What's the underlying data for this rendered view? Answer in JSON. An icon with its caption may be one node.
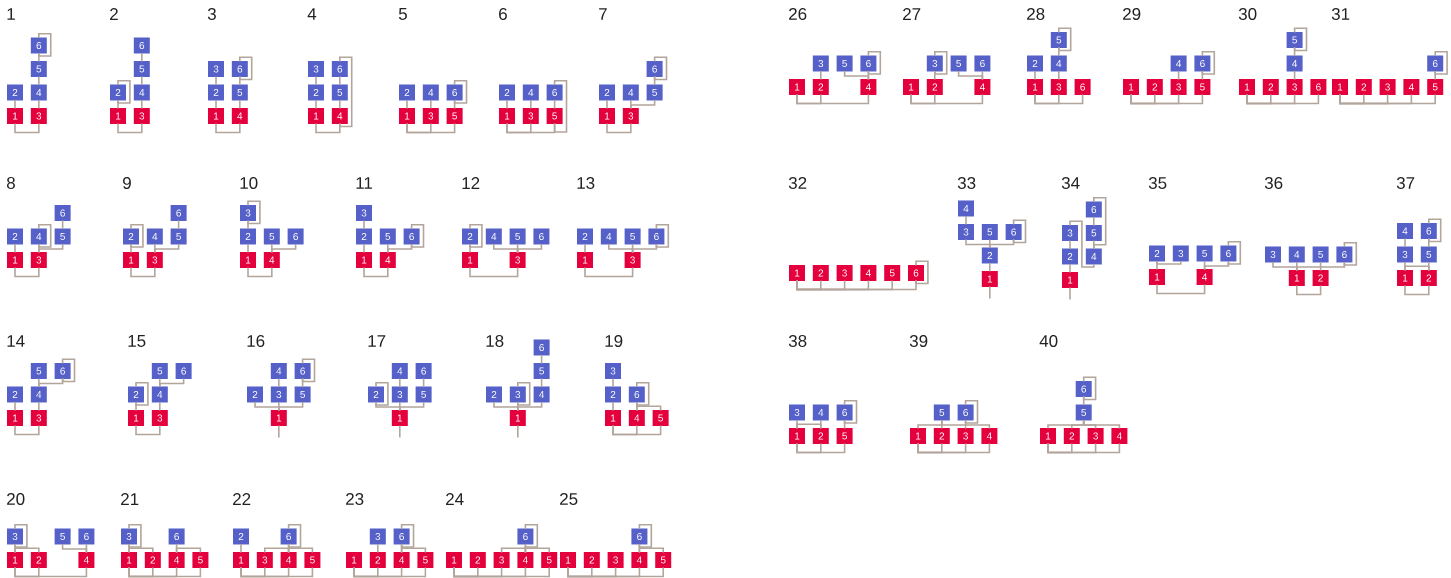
{
  "diagram": {
    "nodes": [
      {
        "text": [
          "1"
        ]
      },
      {
        "text": [
          "2"
        ]
      },
      {
        "text": [
          "3"
        ]
      },
      {
        "text": [
          "4"
        ]
      },
      {
        "text": [
          "5"
        ]
      },
      {
        "text": [
          "6"
        ]
      },
      {
        "text": [
          "1"
        ]
      },
      {
        "text": [
          "2"
        ]
      },
      {
        "text": [
          "3"
        ]
      },
      {
        "text": [
          "4"
        ]
      },
      {
        "text": [
          "5"
        ]
      },
      {
        "text": [
          "6"
        ]
      },
      {
        "text": [
          "1"
        ]
      },
      {
        "text": [
          "2"
        ]
      },
      {
        "text": [
          "3"
        ]
      },
      {
        "text": [
          "4"
        ]
      },
      {
        "text": [
          "5"
        ]
      },
      {
        "text": [
          "6"
        ]
      },
      {
        "text": [
          "1"
        ]
      },
      {
        "text": [
          "2"
        ]
      },
      {
        "text": [
          "3"
        ]
      },
      {
        "text": [
          "4"
        ]
      },
      {
        "text": [
          "5"
        ]
      },
      {
        "text": [
          "6"
        ]
      },
      {
        "text": [
          "1"
        ]
      },
      {
        "text": [
          "2"
        ]
      },
      {
        "text": [
          "3"
        ]
      },
      {
        "text": [
          "4"
        ]
      },
      {
        "text": [
          "5"
        ]
      },
      {
        "text": [
          "6"
        ]
      },
      {
        "text": [
          "1"
        ]
      },
      {
        "text": [
          "2"
        ]
      },
      {
        "text": [
          "3"
        ]
      },
      {
        "text": [
          "4"
        ]
      },
      {
        "text": [
          "5"
        ]
      },
      {
        "text": [
          "6"
        ]
      },
      {
        "text": [
          "1"
        ]
      },
      {
        "text": [
          "2"
        ]
      },
      {
        "text": [
          "3"
        ]
      },
      {
        "text": [
          "4"
        ]
      },
      {
        "text": [
          "5"
        ]
      },
      {
        "text": [
          "6"
        ]
      },
      {
        "text": [
          "1"
        ]
      },
      {
        "text": [
          "2"
        ]
      },
      {
        "text": [
          "3"
        ]
      },
      {
        "text": [
          "4"
        ]
      },
      {
        "text": [
          "5"
        ]
      },
      {
        "text": [
          "6"
        ]
      },
      {
        "text": [
          "1"
        ]
      },
      {
        "text": [
          "2"
        ]
      },
      {
        "text": [
          "3"
        ]
      },
      {
        "text": [
          "4"
        ]
      },
      {
        "text": [
          "5"
        ]
      },
      {
        "text": [
          "6"
        ]
      },
      {
        "text": [
          "1"
        ]
      },
      {
        "text": [
          "2"
        ]
      },
      {
        "text": [
          "3"
        ]
      },
      {
        "text": [
          "4"
        ]
      },
      {
        "text": [
          "5"
        ]
      },
      {
        "text": [
          "6"
        ]
      },
      {
        "text": [
          "1"
        ]
      },
      {
        "text": [
          "2"
        ]
      },
      {
        "text": [
          "3"
        ]
      },
      {
        "text": [
          "4"
        ]
      },
      {
        "text": [
          "5"
        ]
      },
      {
        "text": [
          "6"
        ]
      },
      {
        "text": [
          "1"
        ]
      },
      {
        "text": [
          "2"
        ]
      },
      {
        "text": [
          "3"
        ]
      },
      {
        "text": [
          "4"
        ]
      },
      {
        "text": [
          "5"
        ]
      },
      {
        "text": [
          "6"
        ]
      },
      {
        "text": [
          "1"
        ]
      },
      {
        "text": [
          "2"
        ]
      },
      {
        "text": [
          "3"
        ]
      },
      {
        "text": [
          "4"
        ]
      },
      {
        "text": [
          "5"
        ]
      },
      {
        "text": [
          "6"
        ]
      },
      {
        "text": [
          "1"
        ]
      },
      {
        "text": [
          "2"
        ]
      },
      {
        "text": [
          "3"
        ]
      },
      {
        "text": [
          "4"
        ]
      },
      {
        "text": [
          "5"
        ]
      },
      {
        "text": [
          "6"
        ]
      },
      {
        "text": [
          "1"
        ]
      },
      {
        "text": [
          "2"
        ]
      },
      {
        "text": [
          "3"
        ]
      },
      {
        "text": [
          "4"
        ]
      },
      {
        "text": [
          "5"
        ]
      },
      {
        "text": [
          "6"
        ]
      },
      {
        "text": [
          "1"
        ]
      },
      {
        "text": [
          "2"
        ]
      },
      {
        "text": [
          "3"
        ]
      },
      {
        "text": [
          "4"
        ]
      },
      {
        "text": [
          "5"
        ]
      },
      {
        "text": [
          "6"
        ]
      },
      {
        "text": [
          "1"
        ]
      },
      {
        "text": [
          "2"
        ]
      },
      {
        "text": [
          "3"
        ]
      },
      {
        "text": [
          "4"
        ]
      },
      {
        "text": [
          "5"
        ]
      },
      {
        "text": [
          "6"
        ]
      },
      {
        "text": [
          "1"
        ]
      },
      {
        "text": [
          "2"
        ]
      },
      {
        "text": [
          "3"
        ]
      },
      {
        "text": [
          "4"
        ]
      },
      {
        "text": [
          "5"
        ]
      },
      {
        "text": [
          "6"
        ]
      },
      {
        "text": [
          "1"
        ]
      },
      {
        "text": [
          "2"
        ]
      },
      {
        "text": [
          "3"
        ]
      },
      {
        "text": [
          "4"
        ]
      },
      {
        "text": [
          "5"
        ]
      },
      {
        "text": [
          "6"
        ]
      },
      {
        "text": [
          "1"
        ]
      },
      {
        "text": [
          "2"
        ]
      },
      {
        "text": [
          "3"
        ]
      },
      {
        "text": [
          "4"
        ]
      },
      {
        "text": [
          "5"
        ]
      },
      {
        "text": [
          "6"
        ]
      },
      {
        "text": [
          "1"
        ]
      },
      {
        "text": [
          "2"
        ]
      },
      {
        "text": [
          "3"
        ]
      },
      {
        "text": [
          "4"
        ]
      },
      {
        "text": [
          "5"
        ]
      },
      {
        "text": [
          "6"
        ]
      },
      {
        "text": [
          "1"
        ]
      },
      {
        "text": [
          "2"
        ]
      },
      {
        "text": [
          "3"
        ]
      },
      {
        "text": [
          "4"
        ]
      },
      {
        "text": [
          "5"
        ]
      },
      {
        "text": [
          "6"
        ]
      },
      {
        "text": [
          "1"
        ]
      },
      {
        "text": [
          "2"
        ]
      },
      {
        "text": [
          "3"
        ]
      },
      {
        "text": [
          "4"
        ]
      },
      {
        "text": [
          "5"
        ]
      },
      {
        "text": [
          "6"
        ]
      },
      {
        "text": [
          "1"
        ]
      },
      {
        "text": [
          "2"
        ]
      },
      {
        "text": [
          "3"
        ]
      },
      {
        "text": [
          "4"
        ]
      },
      {
        "text": [
          "5"
        ]
      },
      {
        "text": [
          "6"
        ]
      },
      {
        "text": [
          "1"
        ]
      },
      {
        "text": [
          "2"
        ]
      },
      {
        "text": [
          "3"
        ]
      },
      {
        "text": [
          "4"
        ]
      },
      {
        "text": [
          "5"
        ]
      },
      {
        "text": [
          "6"
        ]
      },
      {
        "text": [
          "1"
        ]
      },
      {
        "text": [
          "2"
        ]
      },
      {
        "text": [
          "3"
        ]
      },
      {
        "text": [
          "4"
        ]
      },
      {
        "text": [
          "5"
        ]
      },
      {
        "text": [
          "6"
        ]
      },
      {
        "text": [
          "1"
        ]
      },
      {
        "text": [
          "2"
        ]
      },
      {
        "text": [
          "3"
        ]
      },
      {
        "text": [
          "4"
        ]
      },
      {
        "text": [
          "5"
        ]
      },
      {
        "text": [
          "6"
        ]
      },
      {
        "text": [
          "1"
        ]
      },
      {
        "text": [
          "2"
        ]
      },
      {
        "text": [
          "3"
        ]
      },
      {
        "text": [
          "4"
        ]
      },
      {
        "text": [
          "5"
        ]
      },
      {
        "text": [
          "6"
        ]
      },
      {
        "text": [
          "1"
        ]
      },
      {
        "text": [
          "2"
        ]
      },
      {
        "text": [
          "3"
        ]
      },
      {
        "text": [
          "4"
        ]
      },
      {
        "text": [
          "5"
        ]
      },
      {
        "text": [
          "6"
        ]
      },
      {
        "text": [
          "1"
        ]
      },
      {
        "text": [
          "2"
        ]
      },
      {
        "text": [
          "3"
        ]
      },
      {
        "text": [
          "4"
        ]
      },
      {
        "text": [
          "5"
        ]
      },
      {
        "text": [
          "6"
        ]
      },
      {
        "text": [
          "1"
        ]
      },
      {
        "text": [
          "2"
        ]
      },
      {
        "text": [
          "3"
        ]
      },
      {
        "text": [
          "4"
        ]
      },
      {
        "text": [
          "5"
        ]
      },
      {
        "text": [
          "6"
        ]
      },
      {
        "text": [
          "1"
        ]
      },
      {
        "text": [
          "2"
        ]
      },
      {
        "text": [
          "3"
        ]
      },
      {
        "text": [
          "4"
        ]
      },
      {
        "text": [
          "5"
        ]
      },
      {
        "text": [
          "6"
        ]
      },
      {
        "text": [
          "1"
        ]
      },
      {
        "text": [
          "2"
        ]
      },
      {
        "text": [
          "3"
        ]
      },
      {
        "text": [
          "4"
        ]
      },
      {
        "text": [
          "5"
        ]
      },
      {
        "text": [
          "6"
        ]
      },
      {
        "text": [
          "1"
        ]
      },
      {
        "text": [
          "2"
        ]
      },
      {
        "text": [
          "3"
        ]
      },
      {
        "text": [
          "4"
        ]
      },
      {
        "text": [
          "5"
        ]
      },
      {
        "text": [
          "6"
        ]
      },
      {
        "text": [
          "1"
        ]
      },
      {
        "text": [
          "2"
        ]
      },
      {
        "text": [
          "3"
        ]
      },
      {
        "text": [
          "4"
        ]
      },
      {
        "text": [
          "5"
        ]
      },
      {
        "text": [
          "6"
        ]
      },
      {
        "text": [
          "1"
        ]
      },
      {
        "text": [
          "2"
        ]
      },
      {
        "text": [
          "3"
        ]
      },
      {
        "text": [
          "4"
        ]
      },
      {
        "text": [
          "5"
        ]
      },
      {
        "text": [
          "6"
        ]
      },
      {
        "text": [
          "1"
        ]
      },
      {
        "text": [
          "2"
        ]
      },
      {
        "text": [
          "3"
        ]
      },
      {
        "text": [
          "4"
        ]
      },
      {
        "text": [
          "5"
        ]
      },
      {
        "text": [
          "6"
        ]
      },
      {
        "text": [
          "1"
        ]
      },
      {
        "text": [
          "2"
        ]
      },
      {
        "text": [
          "3"
        ]
      },
      {
        "text": [
          "4"
        ]
      },
      {
        "text": [
          "5"
        ]
      },
      {
        "text": [
          "6"
        ]
      },
      {
        "text": [
          "1"
        ]
      },
      {
        "text": [
          "2"
        ]
      },
      {
        "text": [
          "3"
        ]
      },
      {
        "text": [
          "4"
        ]
      },
      {
        "text": [
          "5"
        ]
      },
      {
        "text": [
          "6"
        ]
      },
      {
        "text": [
          "1"
        ]
      },
      {
        "text": [
          "2"
        ]
      },
      {
        "text": [
          "3"
        ]
      },
      {
        "text": [
          "4"
        ]
      },
      {
        "text": [
          "5"
        ]
      },
      {
        "text": [
          "6"
        ]
      }
    ],
    "edges": [
      {
        "from": 0,
        "to": 1,
        "arrow": "none"
      },
      {
        "from": 2,
        "to": 3,
        "arrow": "none"
      },
      {
        "from": 3,
        "to": 4,
        "arrow": "none"
      },
      {
        "from": 4,
        "to": 5,
        "arrow": "none"
      },
      {
        "from": 5,
        "to": 5,
        "arrow": "none"
      },
      {
        "from": 0,
        "to": 2,
        "arrow": "none"
      },
      {
        "from": 6,
        "to": 7,
        "arrow": "none"
      },
      {
        "from": 7,
        "to": 7,
        "arrow": "none"
      },
      {
        "from": 8,
        "to": 9,
        "arrow": "none"
      },
      {
        "from": 9,
        "to": 10,
        "arrow": "none"
      },
      {
        "from": 10,
        "to": 11,
        "arrow": "none"
      },
      {
        "from": 6,
        "to": 8,
        "arrow": "none"
      },
      {
        "from": 12,
        "to": 13,
        "arrow": "none"
      },
      {
        "from": 13,
        "to": 14,
        "arrow": "none"
      },
      {
        "from": 15,
        "to": 16,
        "arrow": "none"
      },
      {
        "from": 16,
        "to": 17,
        "arrow": "none"
      },
      {
        "from": 17,
        "to": 17,
        "arrow": "none"
      },
      {
        "from": 12,
        "to": 15,
        "arrow": "none"
      },
      {
        "from": 18,
        "to": 19,
        "arrow": "none"
      },
      {
        "from": 19,
        "to": 20,
        "arrow": "none"
      },
      {
        "from": 21,
        "to": 22,
        "arrow": "none"
      },
      {
        "from": 22,
        "to": 23,
        "arrow": "none"
      },
      {
        "from": 23,
        "to": 21,
        "arrow": "none"
      },
      {
        "from": 18,
        "to": 21,
        "arrow": "none"
      },
      {
        "from": 24,
        "to": 25,
        "arrow": "none"
      },
      {
        "from": 26,
        "to": 27,
        "arrow": "none"
      },
      {
        "from": 28,
        "to": 29,
        "arrow": "none"
      },
      {
        "from": 29,
        "to": 29,
        "arrow": "none"
      },
      {
        "from": 24,
        "to": 26,
        "arrow": "none"
      },
      {
        "from": 24,
        "to": 28,
        "arrow": "none"
      },
      {
        "from": 30,
        "to": 31,
        "arrow": "none"
      },
      {
        "from": 32,
        "to": 33,
        "arrow": "none"
      },
      {
        "from": 34,
        "to": 35,
        "arrow": "none"
      },
      {
        "from": 35,
        "to": 34,
        "arrow": "none"
      },
      {
        "from": 30,
        "to": 32,
        "arrow": "none"
      },
      {
        "from": 30,
        "to": 34,
        "arrow": "none"
      },
      {
        "from": 36,
        "to": 37,
        "arrow": "none"
      },
      {
        "from": 38,
        "to": 39,
        "arrow": "none"
      },
      {
        "from": 38,
        "to": 40,
        "arrow": "none"
      },
      {
        "from": 40,
        "to": 41,
        "arrow": "none"
      },
      {
        "from": 41,
        "to": 41,
        "arrow": "none"
      },
      {
        "from": 36,
        "to": 38,
        "arrow": "none"
      },
      {
        "from": 42,
        "to": 43,
        "arrow": "none"
      },
      {
        "from": 44,
        "to": 45,
        "arrow": "none"
      },
      {
        "from": 45,
        "to": 45,
        "arrow": "none"
      },
      {
        "from": 44,
        "to": 46,
        "arrow": "none"
      },
      {
        "from": 46,
        "to": 47,
        "arrow": "none"
      },
      {
        "from": 42,
        "to": 44,
        "arrow": "none"
      },
      {
        "from": 48,
        "to": 49,
        "arrow": "none"
      },
      {
        "from": 49,
        "to": 49,
        "arrow": "none"
      },
      {
        "from": 50,
        "to": 51,
        "arrow": "none"
      },
      {
        "from": 50,
        "to": 52,
        "arrow": "none"
      },
      {
        "from": 52,
        "to": 53,
        "arrow": "none"
      },
      {
        "from": 48,
        "to": 50,
        "arrow": "none"
      },
      {
        "from": 54,
        "to": 55,
        "arrow": "none"
      },
      {
        "from": 55,
        "to": 56,
        "arrow": "none"
      },
      {
        "from": 56,
        "to": 56,
        "arrow": "none"
      },
      {
        "from": 57,
        "to": 58,
        "arrow": "none"
      },
      {
        "from": 57,
        "to": 59,
        "arrow": "none"
      },
      {
        "from": 54,
        "to": 57,
        "arrow": "none"
      },
      {
        "from": 60,
        "to": 61,
        "arrow": "none"
      },
      {
        "from": 61,
        "to": 62,
        "arrow": "none"
      },
      {
        "from": 63,
        "to": 64,
        "arrow": "none"
      },
      {
        "from": 63,
        "to": 65,
        "arrow": "none"
      },
      {
        "from": 65,
        "to": 65,
        "arrow": "none"
      },
      {
        "from": 60,
        "to": 63,
        "arrow": "none"
      },
      {
        "from": 66,
        "to": 67,
        "arrow": "none"
      },
      {
        "from": 67,
        "to": 67,
        "arrow": "none"
      },
      {
        "from": 68,
        "to": 69,
        "arrow": "none"
      },
      {
        "from": 68,
        "to": 70,
        "arrow": "none"
      },
      {
        "from": 68,
        "to": 71,
        "arrow": "none"
      },
      {
        "from": 66,
        "to": 68,
        "arrow": "none"
      },
      {
        "from": 72,
        "to": 73,
        "arrow": "none"
      },
      {
        "from": 74,
        "to": 75,
        "arrow": "none"
      },
      {
        "from": 74,
        "to": 76,
        "arrow": "none"
      },
      {
        "from": 74,
        "to": 77,
        "arrow": "none"
      },
      {
        "from": 77,
        "to": 77,
        "arrow": "none"
      },
      {
        "from": 72,
        "to": 74,
        "arrow": "none"
      },
      {
        "from": 78,
        "to": 79,
        "arrow": "none"
      },
      {
        "from": 80,
        "to": 81,
        "arrow": "none"
      },
      {
        "from": 81,
        "to": 82,
        "arrow": "none"
      },
      {
        "from": 81,
        "to": 83,
        "arrow": "none"
      },
      {
        "from": 83,
        "to": 83,
        "arrow": "none"
      },
      {
        "from": 78,
        "to": 80,
        "arrow": "none"
      },
      {
        "from": 84,
        "to": 85,
        "arrow": "none"
      },
      {
        "from": 85,
        "to": 85,
        "arrow": "none"
      },
      {
        "from": 86,
        "to": 87,
        "arrow": "none"
      },
      {
        "from": 87,
        "to": 88,
        "arrow": "none"
      },
      {
        "from": 87,
        "to": 89,
        "arrow": "none"
      },
      {
        "from": 84,
        "to": 86,
        "arrow": "none"
      },
      {
        "from": 90,
        "to": null,
        "arrow": "none"
      },
      {
        "from": 90,
        "to": 91,
        "arrow": "none"
      },
      {
        "from": 90,
        "to": 92,
        "arrow": "none"
      },
      {
        "from": 90,
        "to": 94,
        "arrow": "none"
      },
      {
        "from": 92,
        "to": 93,
        "arrow": "none"
      },
      {
        "from": 94,
        "to": 95,
        "arrow": "none"
      },
      {
        "from": 95,
        "to": 95,
        "arrow": "none"
      },
      {
        "from": 96,
        "to": null,
        "arrow": "none"
      },
      {
        "from": 96,
        "to": 97,
        "arrow": "none"
      },
      {
        "from": 97,
        "to": 97,
        "arrow": "none"
      },
      {
        "from": 96,
        "to": 98,
        "arrow": "none"
      },
      {
        "from": 96,
        "to": 100,
        "arrow": "none"
      },
      {
        "from": 98,
        "to": 99,
        "arrow": "none"
      },
      {
        "from": 100,
        "to": 101,
        "arrow": "none"
      },
      {
        "from": 102,
        "to": null,
        "arrow": "none"
      },
      {
        "from": 102,
        "to": 103,
        "arrow": "none"
      },
      {
        "from": 102,
        "to": 104,
        "arrow": "none"
      },
      {
        "from": 104,
        "to": 104,
        "arrow": "none"
      },
      {
        "from": 102,
        "to": 105,
        "arrow": "none"
      },
      {
        "from": 105,
        "to": 106,
        "arrow": "none"
      },
      {
        "from": 106,
        "to": 107,
        "arrow": "none"
      },
      {
        "from": 108,
        "to": 109,
        "arrow": "none"
      },
      {
        "from": 109,
        "to": 110,
        "arrow": "none"
      },
      {
        "from": 111,
        "to": 113,
        "arrow": "none"
      },
      {
        "from": 113,
        "to": 113,
        "arrow": "none"
      },
      {
        "from": 111,
        "to": 112,
        "arrow": "none"
      },
      {
        "from": 108,
        "to": 111,
        "arrow": "none"
      },
      {
        "from": 108,
        "to": 112,
        "arrow": "none"
      },
      {
        "from": 114,
        "to": 116,
        "arrow": "none"
      },
      {
        "from": 116,
        "to": 116,
        "arrow": "none"
      },
      {
        "from": 114,
        "to": 115,
        "arrow": "none"
      },
      {
        "from": 114,
        "to": 115,
        "arrow": "none"
      },
      {
        "from": 117,
        "to": 119,
        "arrow": "none"
      },
      {
        "from": 117,
        "to": 118,
        "arrow": "none"
      },
      {
        "from": 114,
        "to": 117,
        "arrow": "none"
      },
      {
        "from": 120,
        "to": 122,
        "arrow": "none"
      },
      {
        "from": 122,
        "to": 122,
        "arrow": "none"
      },
      {
        "from": 120,
        "to": 121,
        "arrow": "none"
      },
      {
        "from": 120,
        "to": 121,
        "arrow": "none"
      },
      {
        "from": 123,
        "to": 125,
        "arrow": "none"
      },
      {
        "from": 123,
        "to": 124,
        "arrow": "none"
      },
      {
        "from": 120,
        "to": 123,
        "arrow": "none"
      },
      {
        "from": 120,
        "to": 124,
        "arrow": "none"
      },
      {
        "from": 126,
        "to": 127,
        "arrow": "none"
      },
      {
        "from": 129,
        "to": 131,
        "arrow": "none"
      },
      {
        "from": 131,
        "to": 131,
        "arrow": "none"
      },
      {
        "from": 129,
        "to": 128,
        "arrow": "none"
      },
      {
        "from": 129,
        "to": 130,
        "arrow": "none"
      },
      {
        "from": 126,
        "to": 128,
        "arrow": "none"
      },
      {
        "from": 126,
        "to": 129,
        "arrow": "none"
      },
      {
        "from": 126,
        "to": 130,
        "arrow": "none"
      },
      {
        "from": 133,
        "to": 134,
        "arrow": "none"
      },
      {
        "from": 135,
        "to": 137,
        "arrow": "none"
      },
      {
        "from": 137,
        "to": 137,
        "arrow": "none"
      },
      {
        "from": 135,
        "to": 136,
        "arrow": "none"
      },
      {
        "from": 132,
        "to": 133,
        "arrow": "none"
      },
      {
        "from": 132,
        "to": 135,
        "arrow": "none"
      },
      {
        "from": 132,
        "to": 136,
        "arrow": "none"
      },
      {
        "from": 141,
        "to": 143,
        "arrow": "none"
      },
      {
        "from": 143,
        "to": 143,
        "arrow": "none"
      },
      {
        "from": 141,
        "to": 140,
        "arrow": "none"
      },
      {
        "from": 141,
        "to": 142,
        "arrow": "none"
      },
      {
        "from": 138,
        "to": 139,
        "arrow": "none"
      },
      {
        "from": 138,
        "to": 140,
        "arrow": "none"
      },
      {
        "from": 138,
        "to": 141,
        "arrow": "none"
      },
      {
        "from": 138,
        "to": 142,
        "arrow": "none"
      },
      {
        "from": 147,
        "to": 149,
        "arrow": "none"
      },
      {
        "from": 149,
        "to": 149,
        "arrow": "none"
      },
      {
        "from": 147,
        "to": 148,
        "arrow": "none"
      },
      {
        "from": 144,
        "to": 145,
        "arrow": "none"
      },
      {
        "from": 144,
        "to": 146,
        "arrow": "none"
      },
      {
        "from": 144,
        "to": 147,
        "arrow": "none"
      },
      {
        "from": 144,
        "to": 148,
        "arrow": "none"
      },
      {
        "from": 151,
        "to": 152,
        "arrow": "none"
      },
      {
        "from": 153,
        "to": 155,
        "arrow": "none"
      },
      {
        "from": 155,
        "to": 155,
        "arrow": "none"
      },
      {
        "from": 153,
        "to": 154,
        "arrow": "none"
      },
      {
        "from": 150,
        "to": 151,
        "arrow": "none"
      },
      {
        "from": 150,
        "to": 153,
        "arrow": "none"
      },
      {
        "from": 157,
        "to": 158,
        "arrow": "none"
      },
      {
        "from": 158,
        "to": 158,
        "arrow": "none"
      },
      {
        "from": 159,
        "to": 161,
        "arrow": "none"
      },
      {
        "from": 159,
        "to": 160,
        "arrow": "none"
      },
      {
        "from": 156,
        "to": 157,
        "arrow": "none"
      },
      {
        "from": 156,
        "to": 159,
        "arrow": "none"
      },
      {
        "from": 162,
        "to": 163,
        "arrow": "none"
      },
      {
        "from": 164,
        "to": 165,
        "arrow": "none"
      },
      {
        "from": 165,
        "to": 166,
        "arrow": "none"
      },
      {
        "from": 166,
        "to": 166,
        "arrow": "none"
      },
      {
        "from": 162,
        "to": 164,
        "arrow": "none"
      },
      {
        "from": 162,
        "to": 167,
        "arrow": "none"
      },
      {
        "from": 170,
        "to": 171,
        "arrow": "none"
      },
      {
        "from": 172,
        "to": 173,
        "arrow": "none"
      },
      {
        "from": 173,
        "to": 173,
        "arrow": "none"
      },
      {
        "from": 168,
        "to": 169,
        "arrow": "none"
      },
      {
        "from": 168,
        "to": 170,
        "arrow": "none"
      },
      {
        "from": 168,
        "to": 172,
        "arrow": "none"
      },
      {
        "from": 176,
        "to": 177,
        "arrow": "none"
      },
      {
        "from": 177,
        "to": 178,
        "arrow": "none"
      },
      {
        "from": 178,
        "to": 178,
        "arrow": "none"
      },
      {
        "from": 174,
        "to": 175,
        "arrow": "none"
      },
      {
        "from": 174,
        "to": 176,
        "arrow": "none"
      },
      {
        "from": 174,
        "to": 179,
        "arrow": "none"
      },
      {
        "from": 184,
        "to": 185,
        "arrow": "none"
      },
      {
        "from": 185,
        "to": 185,
        "arrow": "none"
      },
      {
        "from": 180,
        "to": 181,
        "arrow": "none"
      },
      {
        "from": 180,
        "to": 182,
        "arrow": "none"
      },
      {
        "from": 180,
        "to": 183,
        "arrow": "none"
      },
      {
        "from": 180,
        "to": 184,
        "arrow": "none"
      },
      {
        "from": 191,
        "to": 191,
        "arrow": "none"
      },
      {
        "from": 186,
        "to": 187,
        "arrow": "none"
      },
      {
        "from": 186,
        "to": 188,
        "arrow": "none"
      },
      {
        "from": 186,
        "to": 189,
        "arrow": "none"
      },
      {
        "from": 186,
        "to": 190,
        "arrow": "none"
      },
      {
        "from": 186,
        "to": 191,
        "arrow": "none"
      },
      {
        "from": 192,
        "to": null,
        "arrow": "none"
      },
      {
        "from": 192,
        "to": 193,
        "arrow": "none"
      },
      {
        "from": 193,
        "to": 194,
        "arrow": "none"
      },
      {
        "from": 193,
        "to": 196,
        "arrow": "none"
      },
      {
        "from": 193,
        "to": 197,
        "arrow": "none"
      },
      {
        "from": 194,
        "to": 195,
        "arrow": "none"
      },
      {
        "from": 197,
        "to": 197,
        "arrow": "none"
      },
      {
        "from": 198,
        "to": null,
        "arrow": "none"
      },
      {
        "from": 198,
        "to": 199,
        "arrow": "none"
      },
      {
        "from": 199,
        "to": 200,
        "arrow": "none"
      },
      {
        "from": 200,
        "to": 201,
        "arrow": "none"
      },
      {
        "from": 201,
        "to": 202,
        "arrow": "none"
      },
      {
        "from": 202,
        "to": 203,
        "arrow": "none"
      },
      {
        "from": 203,
        "to": 201,
        "arrow": "none"
      },
      {
        "from": 204,
        "to": 205,
        "arrow": "none"
      },
      {
        "from": 205,
        "to": 206,
        "arrow": "none"
      },
      {
        "from": 207,
        "to": 208,
        "arrow": "none"
      },
      {
        "from": 207,
        "to": 209,
        "arrow": "none"
      },
      {
        "from": 209,
        "to": 209,
        "arrow": "none"
      },
      {
        "from": 204,
        "to": 207,
        "arrow": "none"
      },
      {
        "from": 210,
        "to": 213,
        "arrow": "none"
      },
      {
        "from": 211,
        "to": 214,
        "arrow": "none"
      },
      {
        "from": 210,
        "to": 212,
        "arrow": "none"
      },
      {
        "from": 210,
        "to": 215,
        "arrow": "none"
      },
      {
        "from": 215,
        "to": 215,
        "arrow": "none"
      },
      {
        "from": 210,
        "to": 211,
        "arrow": "none"
      },
      {
        "from": 216,
        "to": 218,
        "arrow": "none"
      },
      {
        "from": 218,
        "to": 219,
        "arrow": "none"
      },
      {
        "from": 217,
        "to": 220,
        "arrow": "none"
      },
      {
        "from": 220,
        "to": 221,
        "arrow": "none"
      },
      {
        "from": 221,
        "to": 221,
        "arrow": "none"
      },
      {
        "from": 216,
        "to": 217,
        "arrow": "none"
      },
      {
        "from": 216,
        "to": 217,
        "arrow": "none"
      },
      {
        "from": 222,
        "to": 224,
        "arrow": "none"
      },
      {
        "from": 223,
        "to": 225,
        "arrow": "none"
      },
      {
        "from": 222,
        "to": 223,
        "arrow": "none"
      },
      {
        "from": 222,
        "to": 223,
        "arrow": "none"
      },
      {
        "from": 226,
        "to": 227,
        "arrow": "none"
      },
      {
        "from": 227,
        "to": 227,
        "arrow": "none"
      },
      {
        "from": 222,
        "to": 226,
        "arrow": "none"
      },
      {
        "from": 229,
        "to": 232,
        "arrow": "none"
      },
      {
        "from": 230,
        "to": 233,
        "arrow": "none"
      },
      {
        "from": 233,
        "to": 233,
        "arrow": "none"
      },
      {
        "from": 232,
        "to": 228,
        "arrow": "none"
      },
      {
        "from": 232,
        "to": 231,
        "arrow": "none"
      },
      {
        "from": 228,
        "to": 229,
        "arrow": "none"
      },
      {
        "from": 228,
        "to": 230,
        "arrow": "none"
      },
      {
        "from": 228,
        "to": 231,
        "arrow": "none"
      },
      {
        "from": 238,
        "to": 239,
        "arrow": "none"
      },
      {
        "from": 239,
        "to": 239,
        "arrow": "none"
      },
      {
        "from": 238,
        "to": 234,
        "arrow": "none"
      },
      {
        "from": 238,
        "to": 235,
        "arrow": "none"
      },
      {
        "from": 238,
        "to": 236,
        "arrow": "none"
      },
      {
        "from": 238,
        "to": 237,
        "arrow": "none"
      },
      {
        "from": 234,
        "to": 235,
        "arrow": "none"
      },
      {
        "from": 234,
        "to": 236,
        "arrow": "none"
      },
      {
        "from": 234,
        "to": 237,
        "arrow": "none"
      }
    ],
    "labels": [
      "1",
      "2",
      "3",
      "4",
      "5",
      "6",
      "7",
      "8",
      "9",
      "10",
      "11",
      "12",
      "13",
      "14",
      "15",
      "16",
      "17",
      "18",
      "19",
      "20",
      "21",
      "22",
      "23",
      "24",
      "25",
      "26",
      "27",
      "28",
      "29",
      "30",
      "31",
      "32",
      "33",
      "34",
      "35",
      "36",
      "37",
      "38",
      "39",
      "40"
    ]
  }
}
